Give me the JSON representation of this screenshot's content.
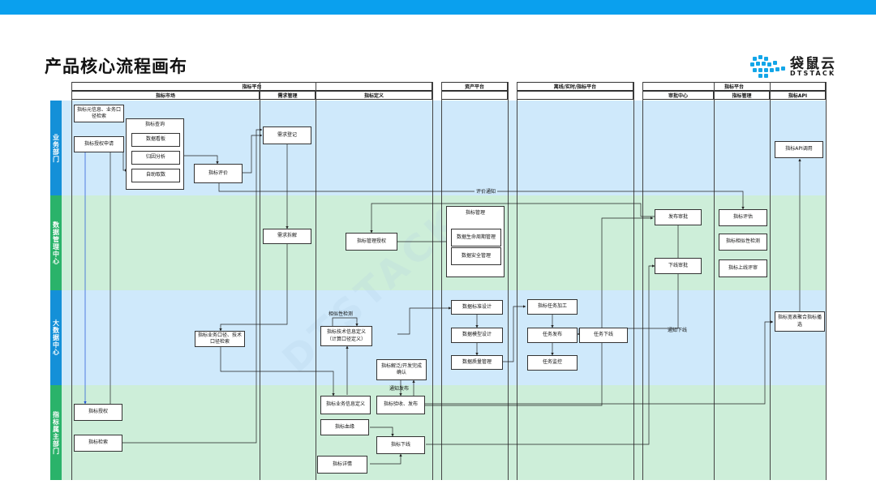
{
  "slide": {
    "title": "产品核心流程画布",
    "brand_name": "袋鼠云",
    "brand_sub": "DTSTACK",
    "watermark": "DTSTACK"
  },
  "columns": {
    "platform_index": "指标平台",
    "platform_asset": "资产平台",
    "platform_offline": "离线/实时/指标平台",
    "platform_index2": "指标平台",
    "market": "指标市场",
    "demand": "需求管理",
    "define": "指标定义",
    "approval": "审批中心",
    "manage": "指标管理",
    "api": "指标API"
  },
  "lanes": {
    "business": "业务部门",
    "data_mgmt": "数据管理中心",
    "bigdata": "大数据中心",
    "owner": "指标属主部门"
  },
  "boxes": {
    "meta_search": "指标元信息、业务口径检索",
    "perm_apply": "指标授权申请",
    "query_group": "指标查询",
    "data_view": "数据看板",
    "attribution": "归因分析",
    "self_fetch": "自助取数",
    "evaluate": "指标评价",
    "demand_reg": "需求登记",
    "demand_split": "需求拆解",
    "auth_manage": "指标管理授权",
    "business_tech_search": "指标业务口径、技术口径检索",
    "grant": "指标授权",
    "search": "指标检索",
    "tech_define": "指标技术信息定义（计算口径定义）",
    "business_define": "指标业务信息定义",
    "dev_confirm": "指标解泛/开发完成确认",
    "accept_publish": "指标验收、发布",
    "deprecate": "指标血缘",
    "offline": "指标下线",
    "details": "指标详情",
    "index_mgmt": "指标管理",
    "lifecycle": "数据生命周期管理",
    "security": "数据安全管理",
    "std_design": "数据标准设计",
    "model_design": "数据模型设计",
    "quality": "数据质量管理",
    "task_process": "指标任务加工",
    "task_publish": "任务发布",
    "task_offline": "任务下线",
    "task_monitor": "任务监控",
    "publish_approve": "发布审批",
    "offline_approve": "下线审批",
    "index_eval": "指标评估",
    "similarity": "指标相似性检测",
    "online_audit": "指标上线评审",
    "api_call": "指标API调用",
    "aggregation": "指标宽表聚合指标播选"
  },
  "labels": {
    "eval_notice": "评价通知",
    "similarity_check": "相似性检测",
    "notify_publish": "通知发布",
    "notify_offline": "通知下线"
  }
}
